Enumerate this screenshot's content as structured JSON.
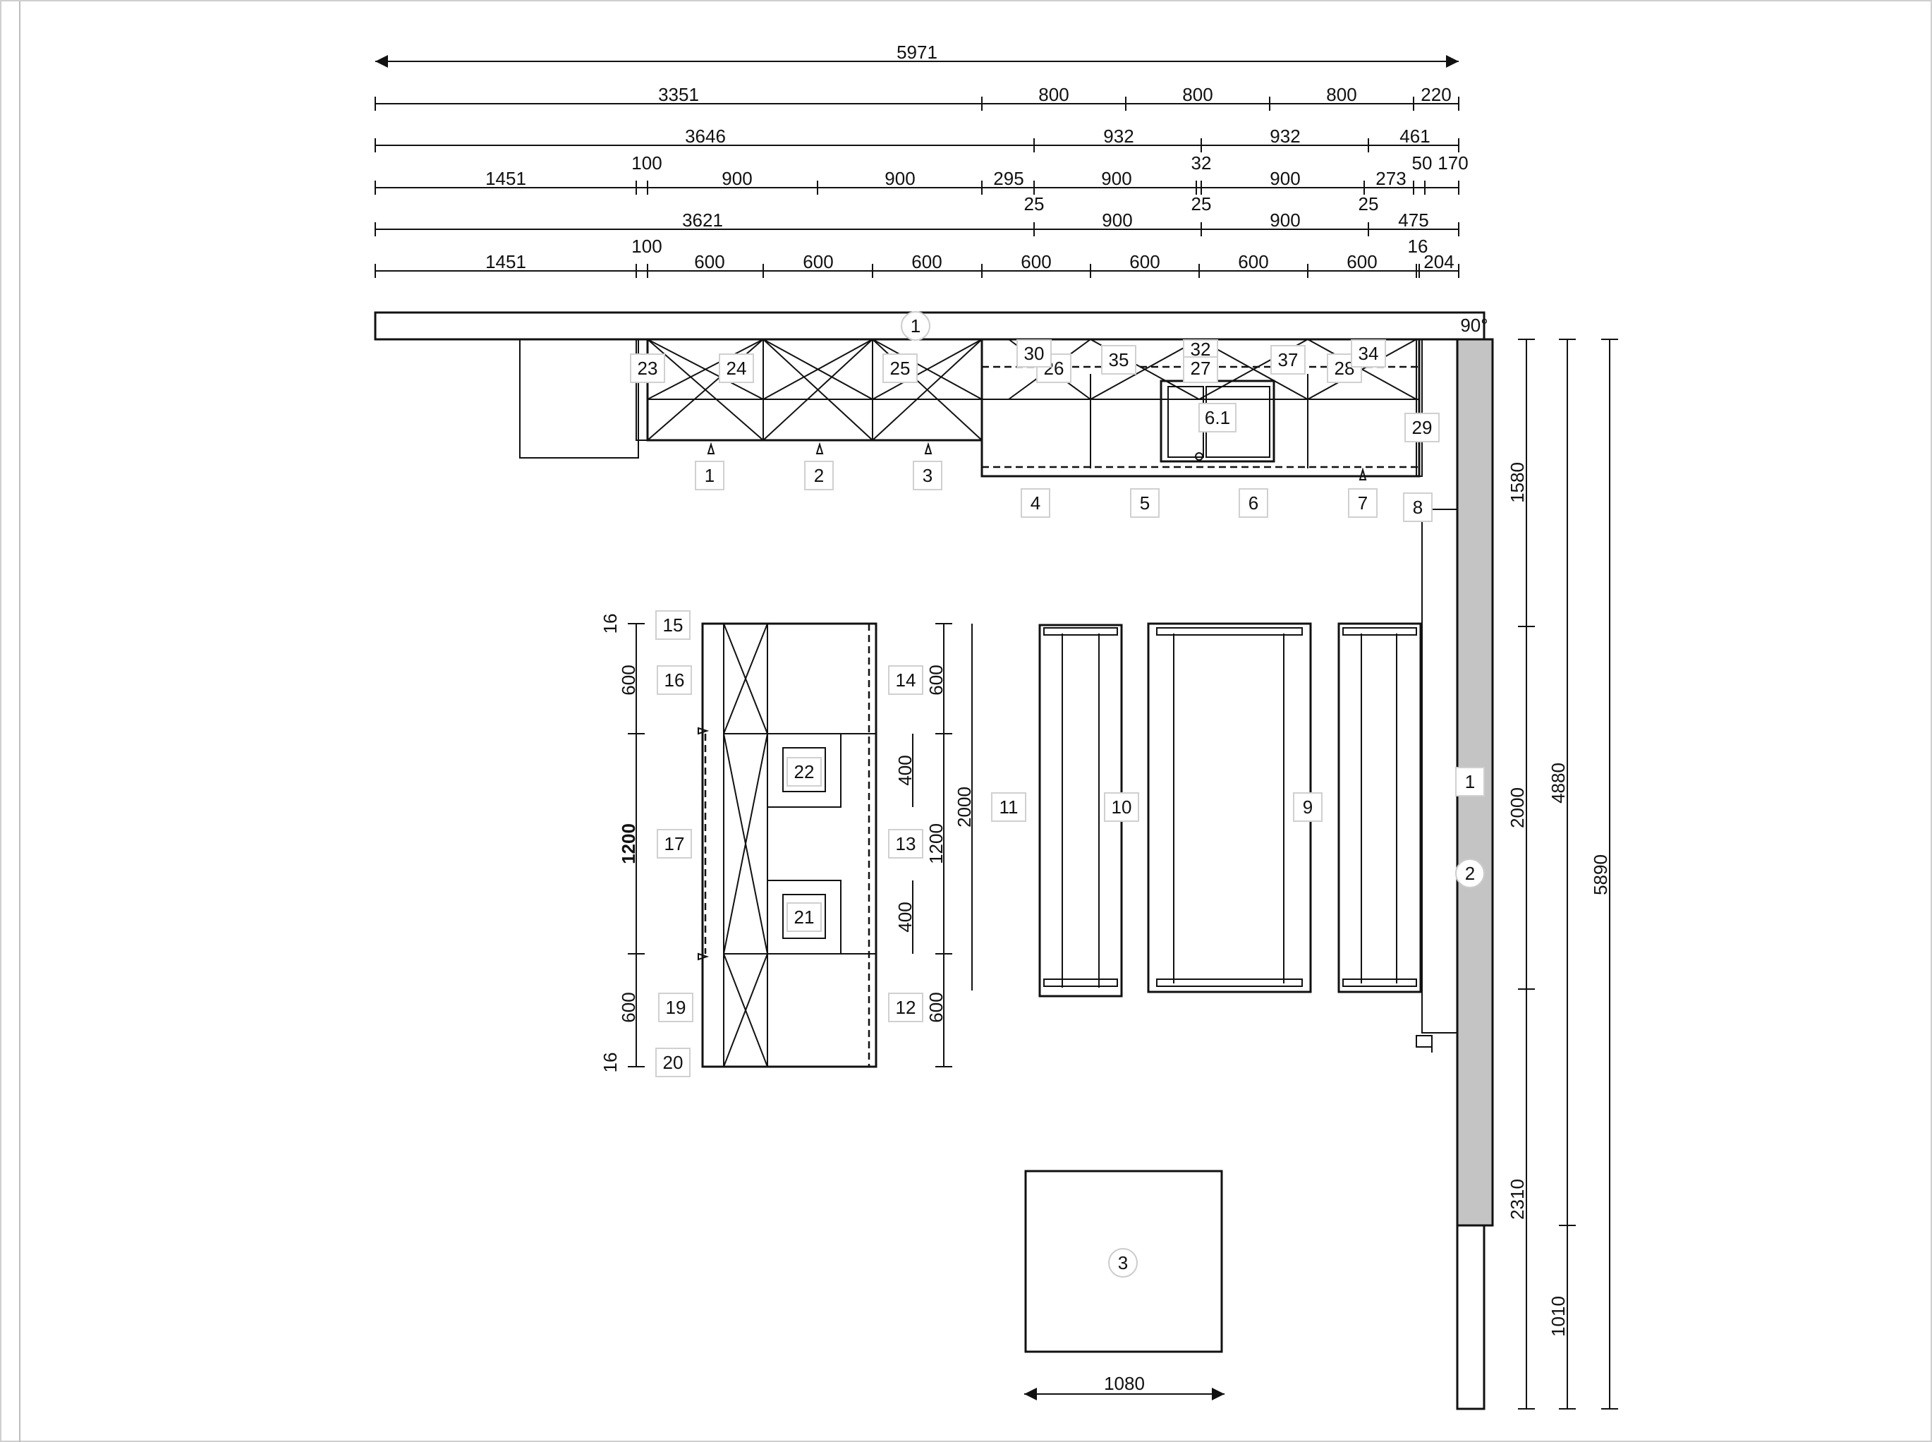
{
  "diagram": {
    "top_dimension_rows": [
      [
        "5971"
      ],
      [
        "3351",
        "800",
        "800",
        "800",
        "220"
      ],
      [
        "3646",
        "932",
        "932",
        "461"
      ],
      [
        "1451",
        "100",
        "900",
        "900",
        "295",
        "900",
        "32",
        "900",
        "273",
        "50",
        "170"
      ],
      [
        "25",
        "25",
        "25"
      ],
      [
        "3621",
        "900",
        "900",
        "475"
      ],
      [
        "1451",
        "100",
        "600",
        "600",
        "600",
        "600",
        "600",
        "600",
        "600",
        "16",
        "204"
      ]
    ],
    "right_dimensions": [
      "1580",
      "2000",
      "2310",
      "4880",
      "1010",
      "5890"
    ],
    "island_left_dimensions": [
      "16",
      "600",
      "1200",
      "600",
      "16"
    ],
    "island_right_dimensions": [
      "600",
      "400",
      "1200",
      "400",
      "600",
      "2000"
    ],
    "bottom_dimension": "1080",
    "angle": "90°",
    "item_labels": [
      "1",
      "2",
      "3",
      "4",
      "5",
      "6",
      "7",
      "8",
      "9",
      "10",
      "11",
      "12",
      "13",
      "14",
      "15",
      "16",
      "17",
      "19",
      "20",
      "21",
      "22",
      "23",
      "24",
      "25",
      "26",
      "27",
      "28",
      "29",
      "30",
      "32",
      "34",
      "35",
      "37",
      "6.1",
      "1"
    ],
    "wall_markers": [
      "1",
      "2",
      "3"
    ]
  }
}
